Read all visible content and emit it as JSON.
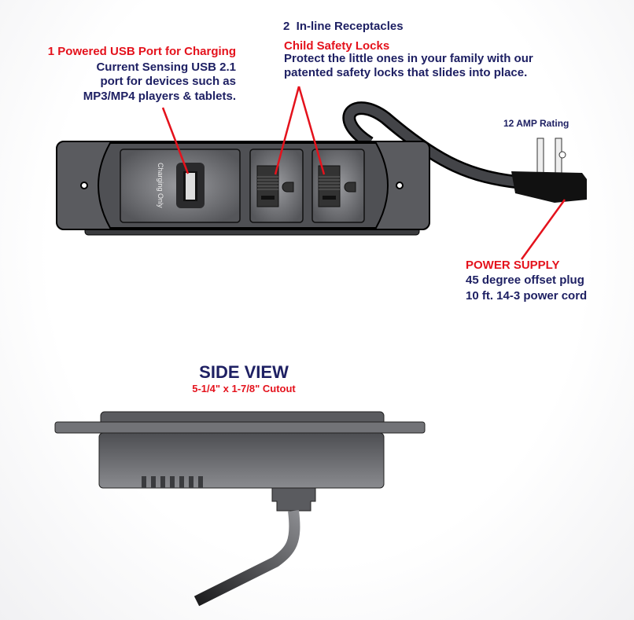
{
  "usb": {
    "title": "1 Powered USB Port for Charging",
    "lines": [
      "Current Sensing USB 2.1",
      "port for devices such as",
      "MP3/MP4 players & tablets."
    ],
    "device_label": "Charging Only"
  },
  "receptacles": {
    "title": "2  In-line Receptacles",
    "subtitle": "Child Safety Locks",
    "lines": [
      "Protect the little ones in your family with our",
      "patented safety locks that slides into place."
    ]
  },
  "rating": "12 AMP Rating",
  "power": {
    "title": "POWER SUPPLY",
    "lines": [
      "45 degree offset plug",
      "10 ft. 14-3 power cord"
    ]
  },
  "side_view": {
    "title": "SIDE VIEW",
    "cutout": "5-1/4\" x 1-7/8\" Cutout"
  },
  "colors": {
    "navy": "#1e2063",
    "red": "#e4121c",
    "device": "#5a5b5f"
  }
}
